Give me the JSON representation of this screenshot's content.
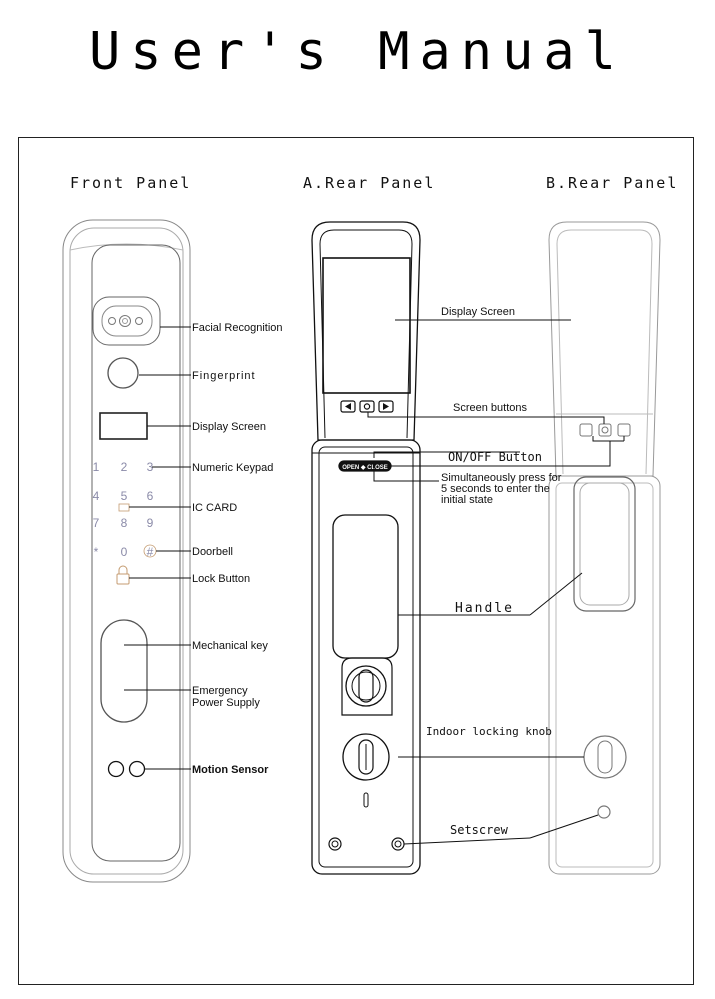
{
  "title": "User's Manual",
  "panels": {
    "front": "Front Panel",
    "rear_a": "A.Rear Panel",
    "rear_b": "B.Rear Panel"
  },
  "front_labels": {
    "facial": "Facial Recognition",
    "fingerprint": "Fingerprint",
    "display": "Display Screen",
    "keypad": "Numeric Keypad",
    "iccard": "IC CARD",
    "doorbell": "Doorbell",
    "lock": "Lock Button",
    "mech_key": "Mechanical key",
    "emergency_1": "Emergency",
    "emergency_2": "Power Supply",
    "motion": "Motion Sensor"
  },
  "rear_labels": {
    "display": "Display Screen",
    "screen_buttons": "Screen buttons",
    "onoff": "ON/OFF Button",
    "note_1": "Simultaneously press for",
    "note_2": "5 seconds to enter the",
    "note_3": "initial state",
    "handle": "Handle",
    "knob": "Indoor locking knob",
    "setscrew": "Setscrew"
  },
  "keypad": [
    "1",
    "2",
    "3",
    "4",
    "5",
    "6",
    "7",
    "8",
    "9",
    "*",
    "0",
    "#"
  ],
  "card_glyph": "card",
  "switch_text": "OPEN ◆ CLOSE"
}
